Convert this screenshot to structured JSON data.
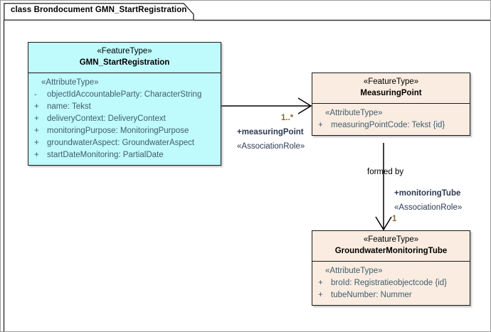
{
  "diagram": {
    "frame_label": "class Brondocument GMN_StartRegistration",
    "colors": {
      "class_fill_primary": "#bffafc",
      "class_fill_secondary": "#faece0",
      "border": "#1a1a1a",
      "attribute_text": "#3f5d6e",
      "multiplicity_text": "#8a6a2a",
      "role_text": "#2d3a52",
      "canvas": "#ffffff"
    }
  },
  "classes": [
    {
      "id": "gmn",
      "stereotype": "«FeatureType»",
      "name": "GMN_StartRegistration",
      "attribute_stereotype": "«AttributeType»",
      "attributes": [
        {
          "visibility": "-",
          "text": "objectIdAccountableParty: CharacterString"
        },
        {
          "visibility": "+",
          "text": "name: Tekst"
        },
        {
          "visibility": "+",
          "text": "deliveryContext: DeliveryContext"
        },
        {
          "visibility": "+",
          "text": "monitoringPurpose: MonitoringPurpose"
        },
        {
          "visibility": "+",
          "text": "groundwaterAspect: GroundwaterAspect"
        },
        {
          "visibility": "+",
          "text": "startDateMonitoring: PartialDate"
        }
      ]
    },
    {
      "id": "mp",
      "stereotype": "«FeatureType»",
      "name": "MeasuringPoint",
      "attribute_stereotype": "«AttributeType»",
      "attributes": [
        {
          "visibility": "+",
          "text": "measuringPointCode: Tekst {id}"
        }
      ]
    },
    {
      "id": "gmt",
      "stereotype": "«FeatureType»",
      "name": "GroundwaterMonitoringTube",
      "attribute_stereotype": "«AttributeType»",
      "attributes": [
        {
          "visibility": "+",
          "text": "broId: Registratieobjectcode {id}"
        },
        {
          "visibility": "+",
          "text": "tubeNumber: Nummer"
        }
      ]
    }
  ],
  "associations": [
    {
      "id": "gmn-to-mp",
      "source": "GMN_StartRegistration",
      "target": "MeasuringPoint",
      "name": "",
      "multiplicity": "1..*",
      "role": "+measuringPoint",
      "role_stereotype": "«AssociationRole»"
    },
    {
      "id": "mp-to-gmt",
      "source": "MeasuringPoint",
      "target": "GroundwaterMonitoringTube",
      "name": "formed by",
      "multiplicity": "1",
      "role": "+monitoringTube",
      "role_stereotype": "«AssociationRole»"
    }
  ]
}
